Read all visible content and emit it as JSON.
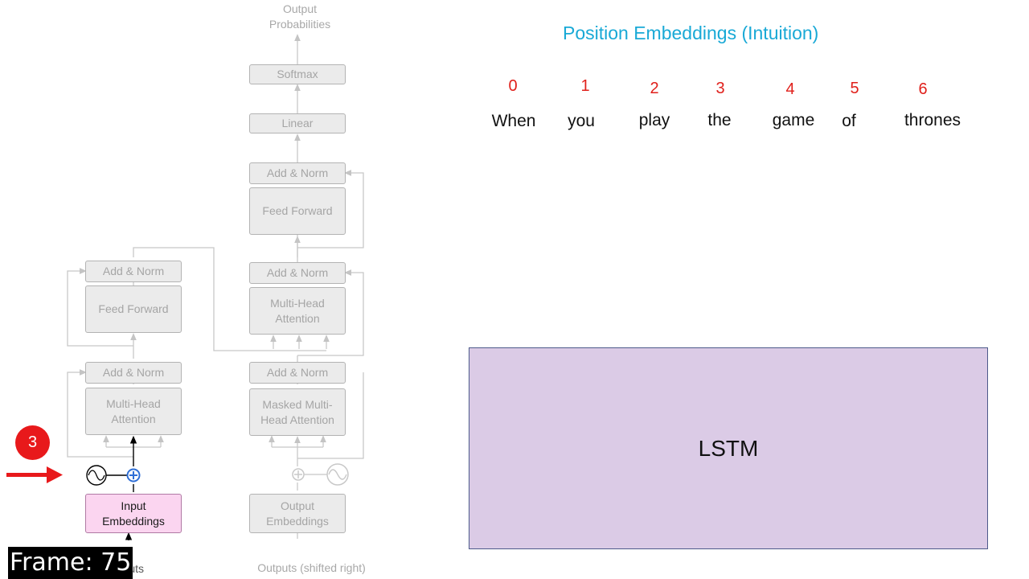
{
  "diagram": {
    "output_probabilities": "Output\nProbabilities",
    "softmax": "Softmax",
    "linear": "Linear",
    "decoder_add_norm_top": "Add & Norm",
    "decoder_feed_forward": "Feed Forward",
    "decoder_add_norm_mid": "Add & Norm",
    "decoder_mha": "Multi-Head\nAttention",
    "decoder_add_norm_bottom": "Add & Norm",
    "decoder_masked_mha": "Masked Multi-\nHead Attention",
    "output_embeddings": "Output\nEmbeddings",
    "outputs_label": "Outputs (shifted right)",
    "encoder_add_norm_top": "Add & Norm",
    "encoder_feed_forward": "Feed Forward",
    "encoder_add_norm_bottom": "Add & Norm",
    "encoder_mha": "Multi-Head\nAttention",
    "input_embeddings": "Input\nEmbeddings",
    "inputs_label": "Inputs"
  },
  "step_badge": "3",
  "frame_label": "Frame: 75",
  "panel": {
    "title": "Position Embeddings (Intuition)",
    "tokens": [
      {
        "index": "0",
        "word": "When"
      },
      {
        "index": "1",
        "word": "you"
      },
      {
        "index": "2",
        "word": "play"
      },
      {
        "index": "3",
        "word": "the"
      },
      {
        "index": "4",
        "word": "game"
      },
      {
        "index": "5",
        "word": "of"
      },
      {
        "index": "6",
        "word": "thrones"
      }
    ],
    "lstm_label": "LSTM"
  },
  "colors": {
    "title": "#19a9d6",
    "index": "#e0201b",
    "lstm_fill": "#dbcbe6",
    "arrow": "#e8191b",
    "input_embeddings_fill": "#fbd5f0"
  }
}
